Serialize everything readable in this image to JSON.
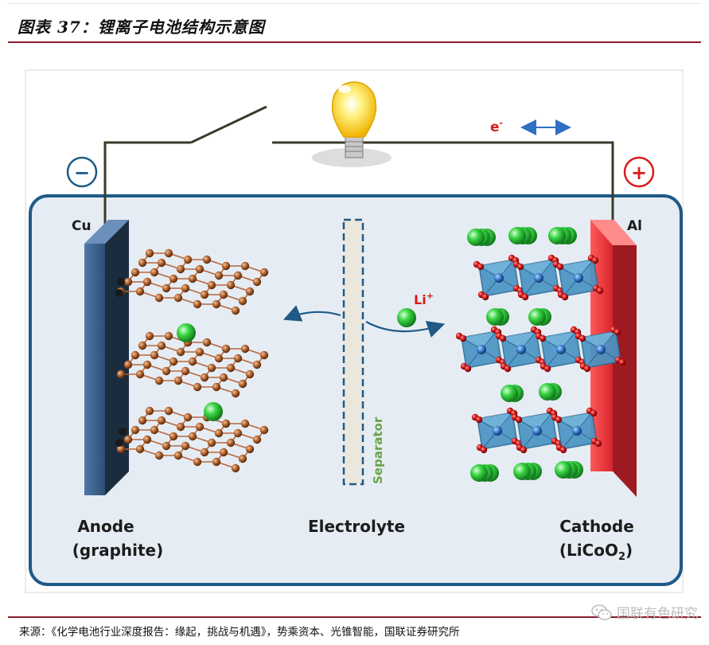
{
  "title": "图表 37：锂离子电池结构示意图",
  "diagram": {
    "anode_terminal": "Cu",
    "cathode_terminal": "Al",
    "negative_sign": "−",
    "positive_sign": "+",
    "electron_label": "e",
    "electron_sup": "-",
    "ion_label": "Li",
    "ion_sup": "+",
    "separator_label": "Separator",
    "anode_label_line1": "Anode",
    "anode_label_line2": "(graphite)",
    "electrolyte_label": "Electrolyte",
    "cathode_label_line1": "Cathode",
    "cathode_label_line2_main": "(LiCoO",
    "cathode_label_line2_sub": "2",
    "cathode_label_line2_end": ")",
    "colors": {
      "anode": "#3b5f86",
      "cathode": "#d9353d",
      "container": "#1f5a87",
      "ion": "#2fc43a",
      "oxygen": "#c21a1a",
      "octahedron": "#4a94c4",
      "graphite": "#b7663c",
      "separator_text": "#6aa34a",
      "electron_text": "#d81b1b"
    }
  },
  "source": "来源：《化学电池行业深度报告：缘起，挑战与机遇》，势乘资本、光锥智能，国联证券研究所",
  "watermark": "国联有色研究"
}
